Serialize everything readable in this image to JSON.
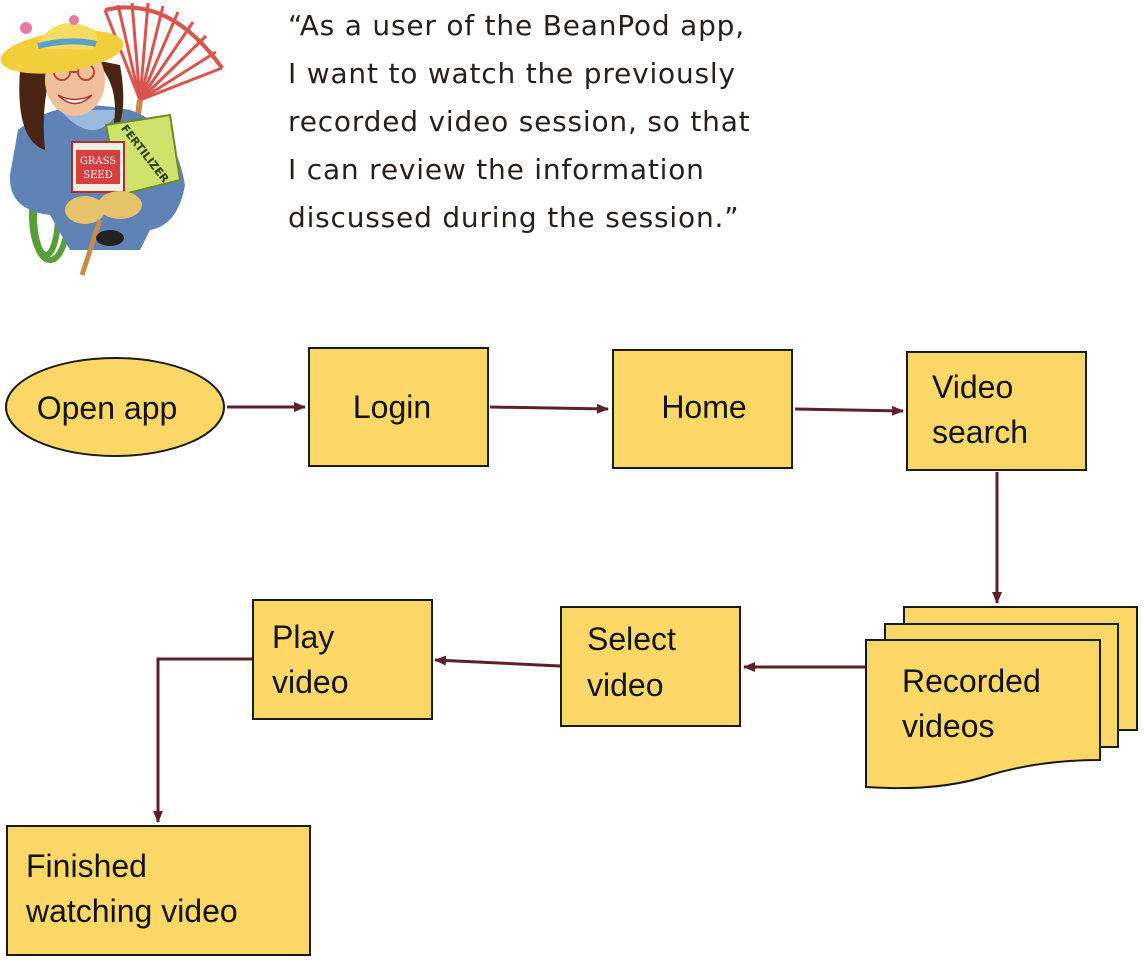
{
  "quote": "“As a user of the BeanPod app, I want to watch the previously recorded video session, so that I can review the information discussed during the session.”",
  "illustration": {
    "icon": "gardener-persona-icon",
    "seed_bag_text": [
      "GRASS",
      "SEED"
    ],
    "fertilizer_bag_text": "FERTILIZER"
  },
  "nodes": {
    "open_app": "Open app",
    "login": "Login",
    "home": "Home",
    "video_search": [
      "Video",
      "search"
    ],
    "recorded_videos": [
      "Recorded",
      "videos"
    ],
    "select_video": [
      "Select",
      "video"
    ],
    "play_video": [
      "Play",
      "video"
    ],
    "finished": [
      "Finished",
      "watching video"
    ]
  },
  "colors": {
    "node_fill": "#fdd866",
    "node_stroke": "#1a1a1a",
    "arrow": "#5e1f2b",
    "text": "#2a1f1f"
  }
}
